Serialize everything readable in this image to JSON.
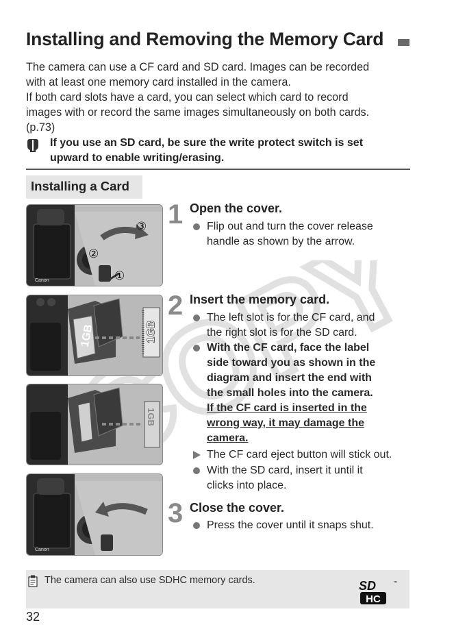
{
  "title": "Installing and Removing the Memory Card",
  "intro": {
    "line1": "The camera can use a CF card and SD card. Images can be recorded",
    "line2": "with at least one memory card installed in the camera.",
    "line3": "If both card slots have a card, you can select which card to record",
    "line4": "images with or record the same images simultaneously on both cards.",
    "line5": "(p.73)"
  },
  "caution": {
    "icon": "caution-icon",
    "line1": "If you use an SD card, be sure the write protect switch is set",
    "line2": "upward to enable writing/erasing."
  },
  "section": {
    "label": "Installing a Card"
  },
  "steps": [
    {
      "number": "1",
      "title": "Open the cover.",
      "bullets": [
        {
          "line1": "Flip out and turn the cover release",
          "line2": "handle as shown by the arrow."
        }
      ]
    },
    {
      "number": "2",
      "title": "Insert the memory card.",
      "bullet1": {
        "line1": "The left slot is for the CF card, and",
        "line2": "the right slot is for the SD card."
      },
      "bullet2": {
        "line1": "With the CF card, face the label",
        "line2": "side toward you as shown in the",
        "line3": "diagram and insert the end with",
        "line4": "the small holes into the camera.",
        "line5": "If the CF card is inserted in the",
        "line6": "wrong way, it may damage the",
        "line7": "camera."
      },
      "bullet3": {
        "line1": "The CF card eject button will stick out."
      },
      "bullet4": {
        "line1": "With the SD card, insert it until it",
        "line2": "clicks into place."
      }
    },
    {
      "number": "3",
      "title": "Close the cover.",
      "bullets": [
        {
          "line1": "Press the cover until it snaps shut."
        }
      ]
    }
  ],
  "photo_labels": {
    "callout1": "①",
    "callout2": "②",
    "callout3": "③",
    "card_cf": "1GB",
    "card_sd": "1GB",
    "brand": "Canon"
  },
  "watermark": "COPY",
  "note": {
    "icon": "note-icon",
    "text": "The camera can also use SDHC memory cards."
  },
  "sdhc_logo": {
    "top": "SD",
    "bottom": "HC",
    "tm": "™"
  },
  "page_number": "32",
  "colors": {
    "step_number": "#8a8a8a",
    "panel": "#e6e6e6",
    "watermark": "#cccccc"
  }
}
